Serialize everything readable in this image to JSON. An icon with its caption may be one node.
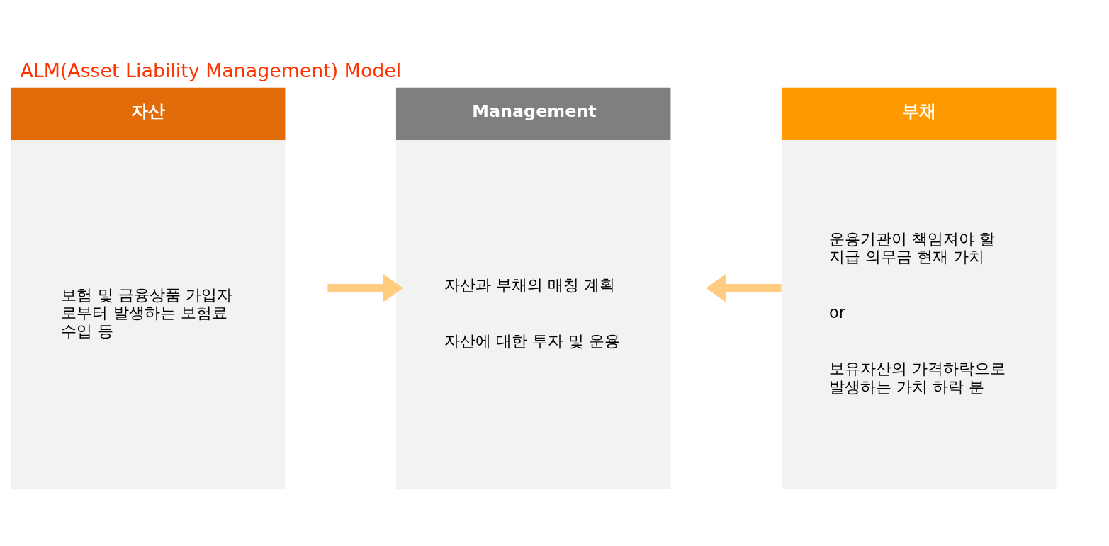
{
  "diagram": {
    "title": "ALM(Asset Liability Management) Model",
    "nodes": [
      {
        "text": [
          "자산",
          "보험 및 금융상품 가입자 로부터 발생하는 보험료 수입 등"
        ]
      },
      {
        "text": [
          "Management",
          "자산과 부채의 매칭 계획",
          "자산에 대한 투자 및 운용"
        ]
      },
      {
        "text": [
          "부채",
          "운용기관이 책임져야 할 지급 의무금 현재 가치",
          "or",
          "보유자산의 가격하락으로 발생하는 가치 하락 분"
        ]
      }
    ],
    "edges": [
      {
        "from": 0,
        "to": 1,
        "arrow": "to"
      },
      {
        "from": 2,
        "to": 1,
        "arrow": "to"
      }
    ]
  }
}
